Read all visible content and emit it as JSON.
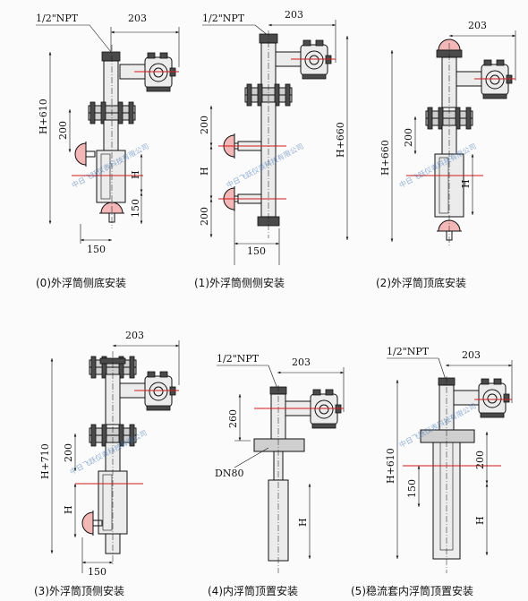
{
  "colors": {
    "line": "#111111",
    "red": "#d21a1a",
    "valve": "#f3b7b7",
    "watermark": "#3a6fb0"
  },
  "watermark": {
    "text": "中日飞跃仪表科技有限公司"
  },
  "panels": [
    {
      "caption": "(0)外浮筒侧底安装",
      "npt": "1/2\"NPT",
      "d_top": "203",
      "d_h": "H+610",
      "d_200": "200",
      "d_H": "H",
      "d_150v": "150",
      "d_150h": "150"
    },
    {
      "caption": "(1)外浮筒侧侧安装",
      "npt": "1/2\"NPT",
      "d_top": "203",
      "d_h": "H+660",
      "d_200a": "200",
      "d_H": "H",
      "d_200b": "200",
      "d_150h": "150"
    },
    {
      "caption": "(2)外浮筒顶底安装",
      "d_top": "203",
      "d_h": "H+660",
      "d_200": "200",
      "d_H": "H"
    },
    {
      "caption": "(3)外浮筒顶侧安装",
      "d_top": "203",
      "d_h": "H+710",
      "d_200": "200",
      "d_H": "H",
      "d_150h": "150"
    },
    {
      "caption": "(4)内浮筒顶置安装",
      "npt": "1/2\"NPT",
      "d_top": "203",
      "d_260": "260",
      "d_dn": "DN80",
      "d_H": "H"
    },
    {
      "caption": "(5)稳流套内浮筒顶置安装",
      "npt": "1/2\"NPT",
      "d_top": "203",
      "d_h": "H+610",
      "d_200": "200",
      "d_150v": "150",
      "d_H": "H"
    }
  ]
}
